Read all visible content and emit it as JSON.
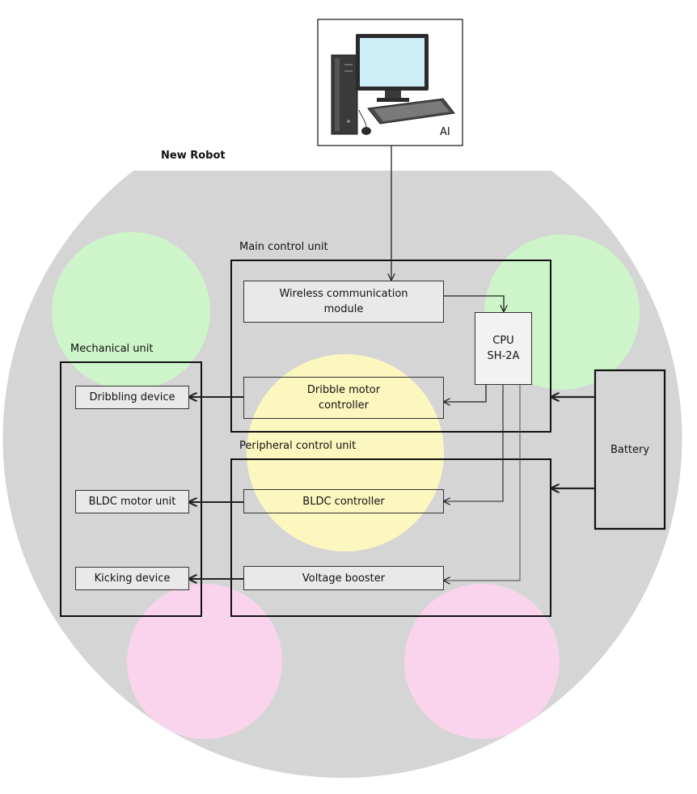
{
  "colors": {
    "robot_body": "#d5d5d5",
    "wheel_green": "#cdf5c9",
    "wheel_pink": "#f9d4ec",
    "dribbler_yellow": "#fbf7be",
    "line": "#222222"
  },
  "icons": {
    "computer": "desktop-computer-icon"
  },
  "pc": {
    "label": "AI"
  },
  "robot": {
    "title": "New Robot"
  },
  "units": {
    "main_control": "Main control unit",
    "mechanical": "Mechanical unit",
    "peripheral": "Peripheral control unit"
  },
  "blocks": {
    "wireless": "Wireless communication\nmodule",
    "cpu": "CPU\nSH-2A",
    "dribble_controller": "Dribble motor\ncontroller",
    "bldc_controller": "BLDC controller",
    "voltage_booster": "Voltage booster",
    "battery": "Battery",
    "dribbling_device": "Dribbling device",
    "bldc_motor_unit": "BLDC motor unit",
    "kicking_device": "Kicking device"
  }
}
